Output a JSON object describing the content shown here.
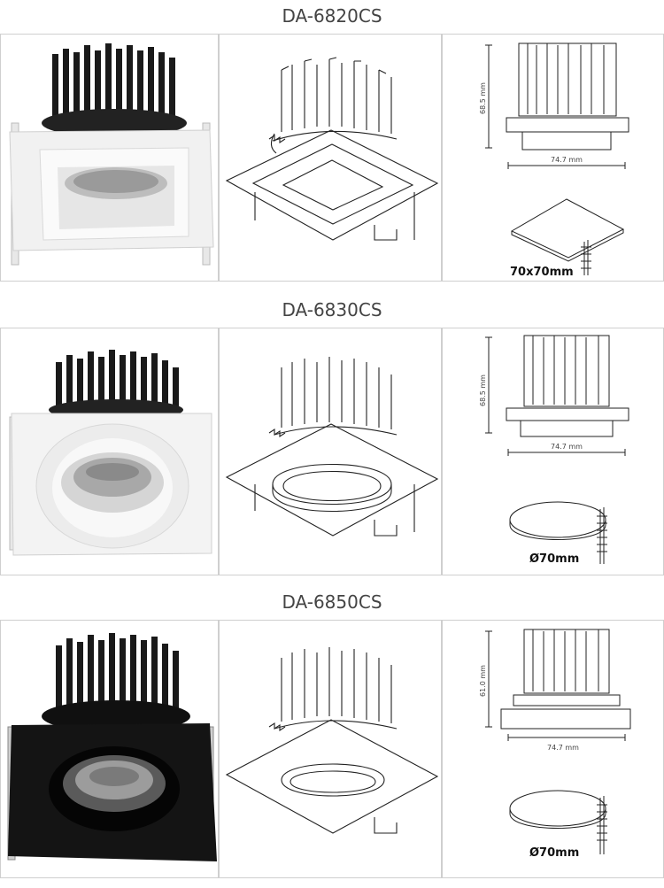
{
  "products": [
    {
      "model": "DA-6820CS",
      "finish": "white",
      "trim": "square",
      "height": "68.5 mm",
      "width": "74.7 mm",
      "cutout": "70x70mm",
      "cutout_shape": "square"
    },
    {
      "model": "DA-6830CS",
      "finish": "white",
      "trim": "round",
      "height": "68.5 mm",
      "width": "74.7 mm",
      "cutout": "Ø70mm",
      "cutout_shape": "round"
    },
    {
      "model": "DA-6850CS",
      "finish": "black",
      "trim": "round-recessed",
      "height": "61.0 mm",
      "width": "74.7 mm",
      "cutout": "Ø70mm",
      "cutout_shape": "round"
    }
  ],
  "colors": {
    "white_finish": "#f2f2f2",
    "black_finish": "#141414",
    "line": "#222222"
  }
}
